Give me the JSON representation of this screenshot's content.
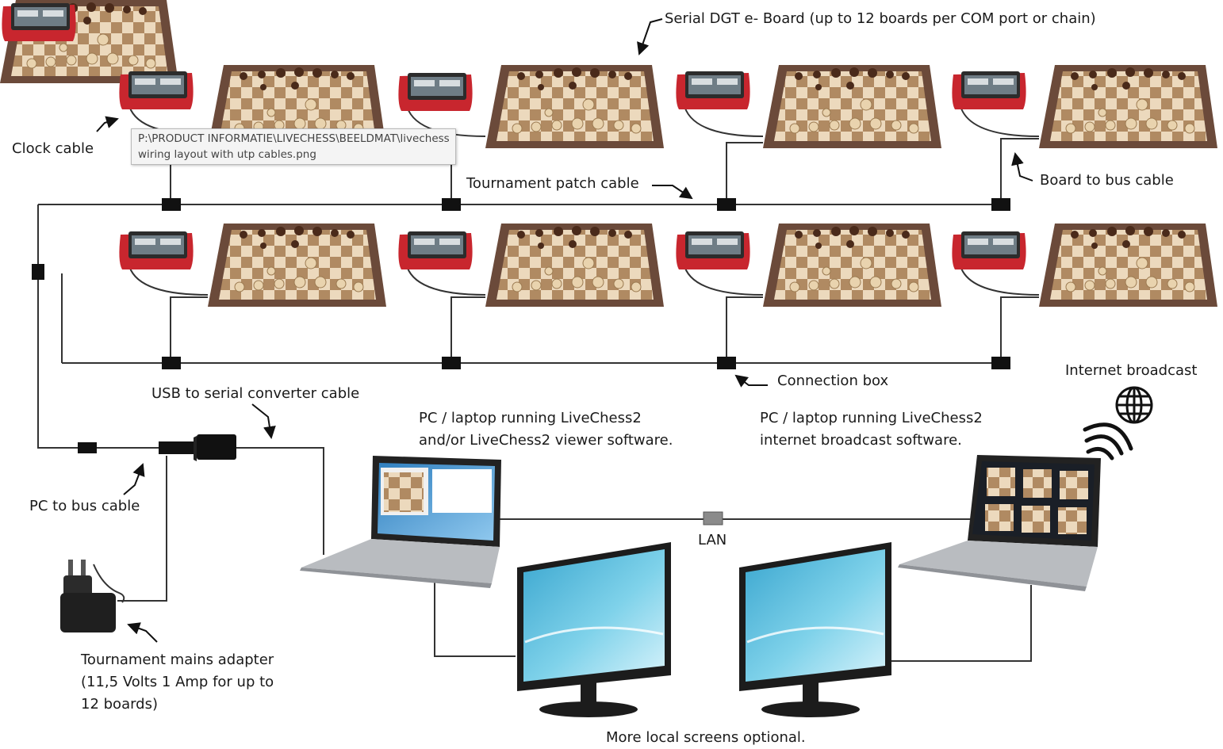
{
  "labels": {
    "serial_board": "Serial DGT e- Board (up to 12 boards per COM port or chain)",
    "clock_cable": "Clock cable",
    "tournament_patch_cable": "Tournament patch cable",
    "board_to_bus_cable": "Board to bus cable",
    "connection_box": "Connection box",
    "internet_broadcast": "Internet broadcast",
    "usb_serial": "USB to serial converter cable",
    "pc_viewer_line1": "PC / laptop running LiveChess2",
    "pc_viewer_line2": "and/or LiveChess2 viewer software.",
    "pc_broadcast_line1": "PC / laptop running LiveChess2",
    "pc_broadcast_line2": "internet broadcast software.",
    "pc_to_bus": "PC to bus cable",
    "lan": "LAN",
    "adapter_line1": "Tournament mains adapter",
    "adapter_line2": "(11,5 Volts 1 Amp for up to",
    "adapter_line3": "12 boards)",
    "more_screens": "More local screens optional."
  },
  "tooltip": {
    "line1": "P:\\PRODUCT INFORMATIE\\LIVECHESS\\BEELDMAT\\livechess",
    "line2": "wiring layout with utp cables.png"
  },
  "colors": {
    "board_frame": "#6b4a3a",
    "dark_square": "#b08a62",
    "light_square": "#ecd9bd",
    "clock_red": "#c8262e",
    "cable": "#333333",
    "connector": "#111111",
    "screen": "#49b6d6",
    "monitor": "#1c1c1c"
  },
  "icons": [
    "chessboard-icon",
    "chess-clock-icon",
    "laptop-icon",
    "monitor-icon",
    "globe-icon",
    "wifi-icon",
    "power-adapter-icon",
    "usb-serial-converter-icon",
    "lan-coupler-icon"
  ]
}
